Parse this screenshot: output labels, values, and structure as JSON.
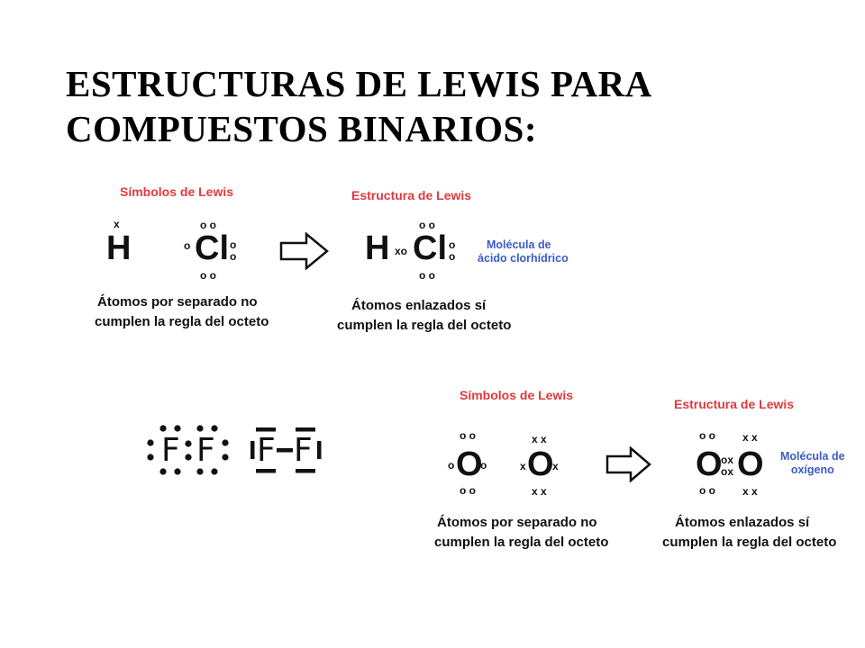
{
  "title": [
    "ESTRUCTURAS DE LEWIS PARA",
    "COMPUESTOS BINARIOS:"
  ],
  "hcl": {
    "symbols_heading": "Símbolos de Lewis",
    "structure_heading": "Estructura de Lewis",
    "h": "H",
    "cl": "Cl",
    "x_mark": "x",
    "dots": "o o",
    "dot": "o",
    "bond": "xo",
    "molecule": [
      "Molécula de",
      "ácido clorhídrico"
    ],
    "caption_left": [
      "Átomos por separado no",
      "cumplen la regla del octeto"
    ],
    "caption_right": [
      "Átomos enlazados sí",
      "cumplen la regla del octeto"
    ]
  },
  "f2": {
    "f": "F"
  },
  "o2": {
    "symbols_heading": "Símbolos de Lewis",
    "structure_heading": "Estructura de Lewis",
    "o": "O",
    "dots": "o o",
    "dot": "o",
    "crosses": "x x",
    "cross": "x",
    "bond": [
      "ox",
      "ox"
    ],
    "molecule": [
      "Molécula de",
      "oxígeno"
    ],
    "caption_left": [
      "Átomos por separado no",
      "cumplen la regla del octeto"
    ],
    "caption_right": [
      "Átomos enlazados sí",
      "cumplen la regla del octeto"
    ]
  }
}
